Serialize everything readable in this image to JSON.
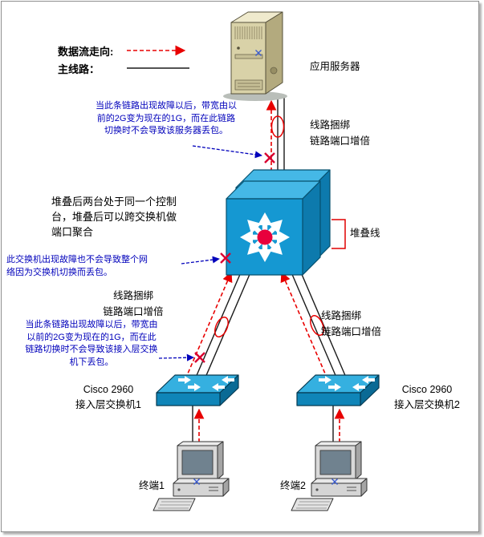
{
  "legend": {
    "flow_label": "数据流走向:",
    "main_label": "主线路："
  },
  "server": {
    "label": "应用服务器"
  },
  "core_switch": {
    "note_line1": "堆叠后两台处于同一个控制",
    "note_line2": "台，堆叠后可以跨交换机做",
    "note_line3": "端口聚合",
    "stack_label": "堆叠线"
  },
  "bundle_labels": {
    "top": {
      "line1": "线路捆绑",
      "line2": "链路端口增倍"
    },
    "left": {
      "line1": "线路捆绑",
      "line2": "链路端口增倍"
    },
    "right": {
      "line1": "线路捆绑",
      "line2": "链路端口增倍"
    }
  },
  "notes": {
    "server_link": {
      "line1": "当此条链路出现故障以后，带宽由以",
      "line2": "前的2G变为现在的1G，而在此链路",
      "line3": "切换时不会导致该服务器丢包。"
    },
    "core_fail": {
      "line1": "此交换机出现故障也不会导致整个网",
      "line2": "络因为交换机切换而丢包。"
    },
    "access_link": {
      "line1": "当此条链路出现故障以后，带宽由",
      "line2": "以前的2G变为现在的1G，而在此",
      "line3": "链路切换时不会导致该接入层交换",
      "line4": "机下丢包。"
    }
  },
  "access_switch_1": {
    "line1": "Cisco 2960",
    "line2": "接入层交换机1"
  },
  "access_switch_2": {
    "line1": "Cisco 2960",
    "line2": "接入层交换机2"
  },
  "terminal_1": {
    "label": "终端1"
  },
  "terminal_2": {
    "label": "终端2"
  },
  "colors": {
    "flow_red": "#e80000",
    "note_blue": "#0000bb",
    "x_mark_red": "#d80030",
    "switch_front_blue": "#1598d2",
    "switch_top_blue": "#45b8e6",
    "switch_side_blue": "#0d7aad",
    "server_tan": "#d9d2a8"
  }
}
